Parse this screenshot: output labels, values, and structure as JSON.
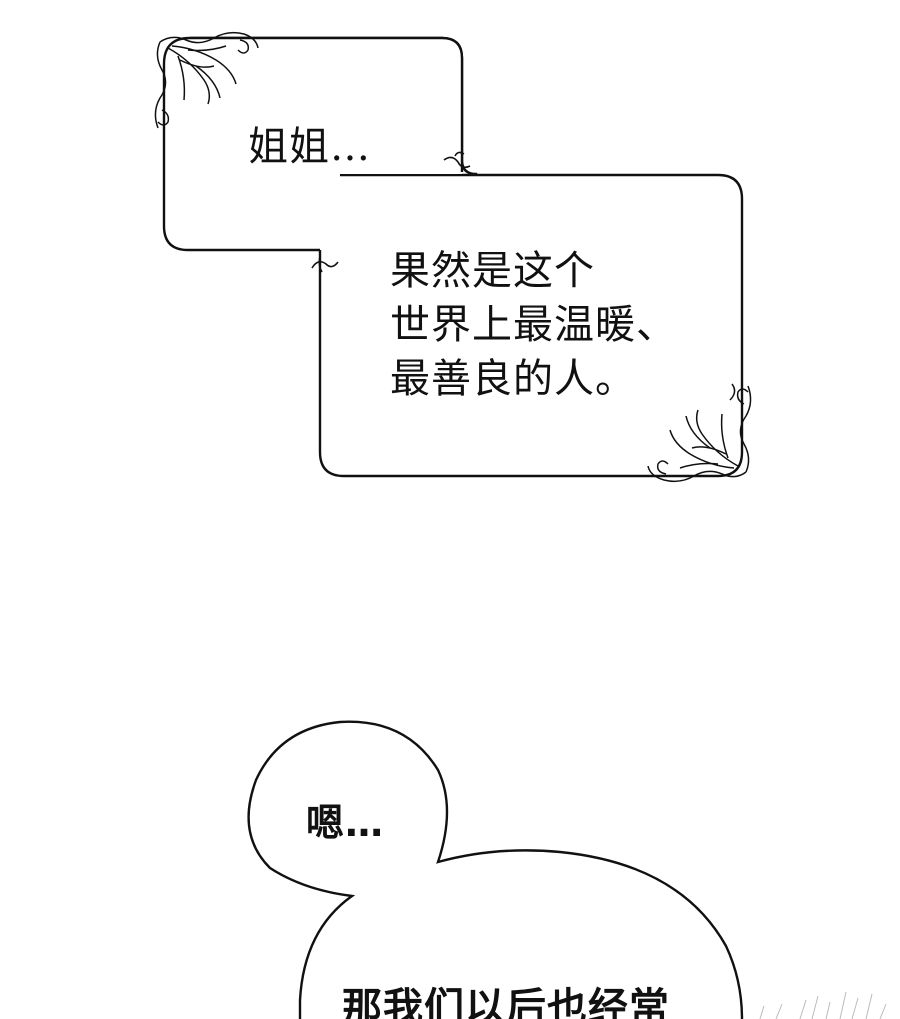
{
  "caption_box_1": {
    "text": "姐姐…"
  },
  "caption_box_2": {
    "lines": [
      "果然是这个",
      "世界上最温暖、",
      "最善良的人。"
    ]
  },
  "speech_bubble": {
    "line_1": "嗯…",
    "line_2": "那我们以后也经常"
  },
  "colors": {
    "background": "#ffffff",
    "ink": "#111111"
  }
}
